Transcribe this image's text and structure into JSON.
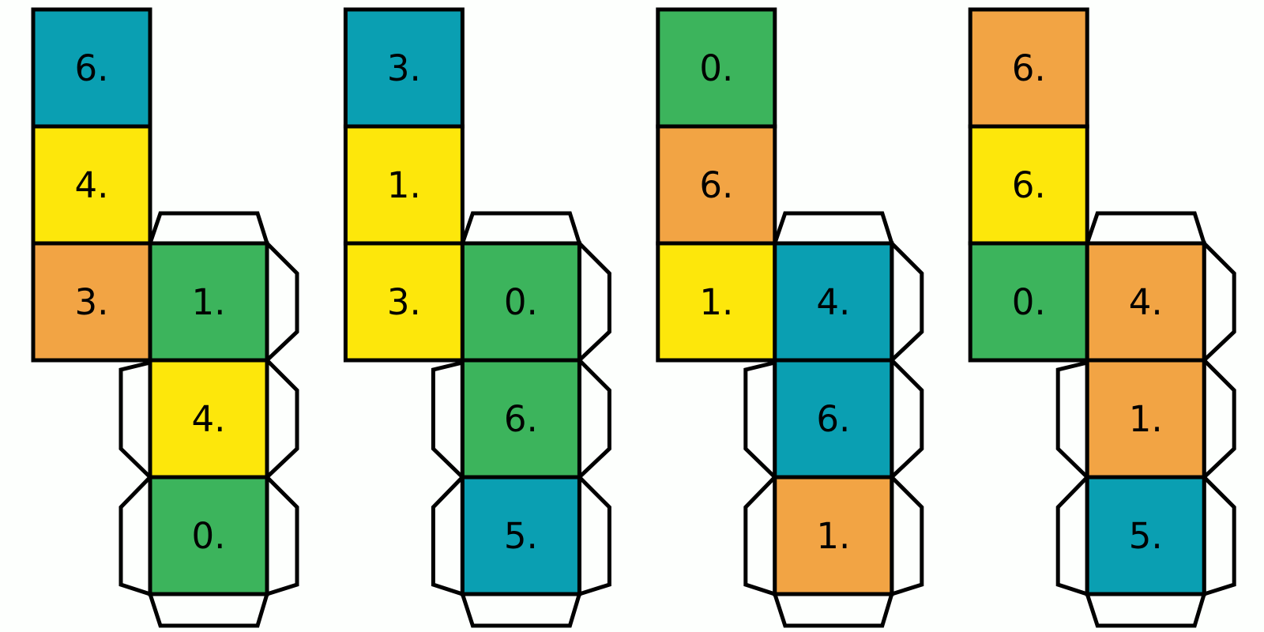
{
  "canvas": {
    "background": "#fdfffd"
  },
  "colors": {
    "teal": "#0a9fb2",
    "yellow": "#fde70b",
    "orange": "#f2a444",
    "green": "#3cb45c"
  },
  "nets": [
    {
      "name": "cube-net-1",
      "left_faces": [
        {
          "label": "6.",
          "color": "teal"
        },
        {
          "label": "4.",
          "color": "yellow"
        },
        {
          "label": "3.",
          "color": "orange"
        }
      ],
      "right_faces": [
        {
          "label": "1.",
          "color": "green"
        },
        {
          "label": "4.",
          "color": "yellow"
        },
        {
          "label": "0.",
          "color": "green"
        }
      ]
    },
    {
      "name": "cube-net-2",
      "left_faces": [
        {
          "label": "3.",
          "color": "teal"
        },
        {
          "label": "1.",
          "color": "yellow"
        },
        {
          "label": "3.",
          "color": "yellow"
        }
      ],
      "right_faces": [
        {
          "label": "0.",
          "color": "green"
        },
        {
          "label": "6.",
          "color": "green"
        },
        {
          "label": "5.",
          "color": "teal"
        }
      ]
    },
    {
      "name": "cube-net-3",
      "left_faces": [
        {
          "label": "0.",
          "color": "green"
        },
        {
          "label": "6.",
          "color": "orange"
        },
        {
          "label": "1.",
          "color": "yellow"
        }
      ],
      "right_faces": [
        {
          "label": "4.",
          "color": "teal"
        },
        {
          "label": "6.",
          "color": "teal"
        },
        {
          "label": "1.",
          "color": "orange"
        }
      ]
    },
    {
      "name": "cube-net-4",
      "left_faces": [
        {
          "label": "6.",
          "color": "orange"
        },
        {
          "label": "6.",
          "color": "yellow"
        },
        {
          "label": "0.",
          "color": "green"
        }
      ],
      "right_faces": [
        {
          "label": "4.",
          "color": "orange"
        },
        {
          "label": "1.",
          "color": "orange"
        },
        {
          "label": "5.",
          "color": "teal"
        }
      ]
    }
  ]
}
